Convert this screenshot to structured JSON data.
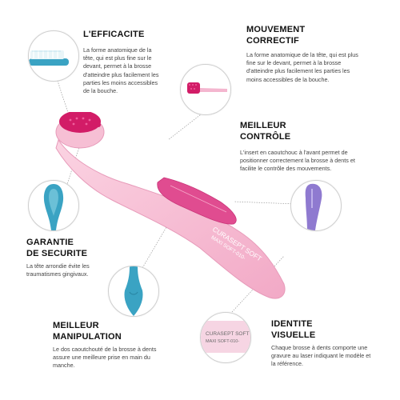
{
  "sections": {
    "efficacite": {
      "title": "L'EFFICACITE",
      "text": "La forme anatomique de la tête, qui est plus fine sur le devant, permet à la brosse d'atteindre plus facilement les parties les moins accessibles de la bouche."
    },
    "mouvement": {
      "title_line1": "MOUVEMENT",
      "title_line2": "CORRECTIF",
      "text": "La forme anatomique de la tête, qui est plus fine sur le devant, permet à la brosse d'atteindre plus facilement les parties les moins accessibles de la bouche."
    },
    "controle": {
      "title_line1": "MEILLEUR",
      "title_line2": "CONTRÔLE",
      "text": "L'insert en caoutchouc à l'avant permet de positionner correctement la brosse à dents et facilite le contrôle des mouvements."
    },
    "securite": {
      "title_line1": "GARANTIE",
      "title_line2": "DE SECURITE",
      "text": "La tête arrondie évite les traumatismes gingivaux."
    },
    "manipulation": {
      "title_line1": "MEILLEUR",
      "title_line2": "MANIPULATION",
      "text": "Le dos caoutchouté de la brosse à dents assure une meilleure prise en main du manche."
    },
    "identite": {
      "title_line1": "IDENTITE",
      "title_line2": "VISUELLE",
      "text": "Chaque brosse à dents comporte une gravure au laser indiquant le modèle et la référence."
    }
  },
  "engraving": {
    "line1": "CURASEPT SOFT",
    "line2": "MAXI SOFT-010-"
  },
  "colors": {
    "brush_pink": "#f4b6cf",
    "brush_magenta": "#e0418a",
    "bristle_pink": "#d21c67",
    "teal": "#3aa3c3",
    "purple": "#8f7ad0",
    "line": "#999999"
  }
}
